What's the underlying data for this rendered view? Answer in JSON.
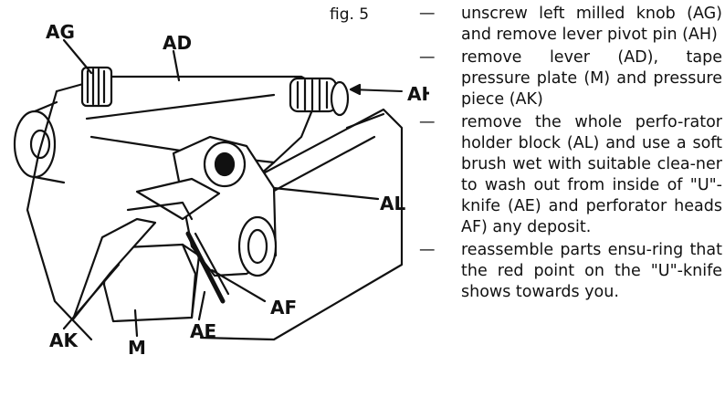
{
  "figure": {
    "caption": "fig. 5",
    "callouts": {
      "ag": "AG",
      "ad": "AD",
      "ah": "AH",
      "al": "AL",
      "af": "AF",
      "ak": "AK",
      "m": "M",
      "ae": "AE"
    }
  },
  "instructions": {
    "bullet": "—",
    "steps": [
      "unscrew left milled knob (AG) and remove lever pivot pin (AH)",
      "remove lever (AD), tape pressure plate (M) and pressure piece (AK)",
      "remove the whole perfo-rator holder block (AL) and use a soft brush wet with suitable clea-ner to wash out from inside of \"U\"-knife (AE) and perforator heads AF) any deposit.",
      "reassemble parts ensu-ring that the red point on the \"U\"-knife shows towards you."
    ]
  }
}
